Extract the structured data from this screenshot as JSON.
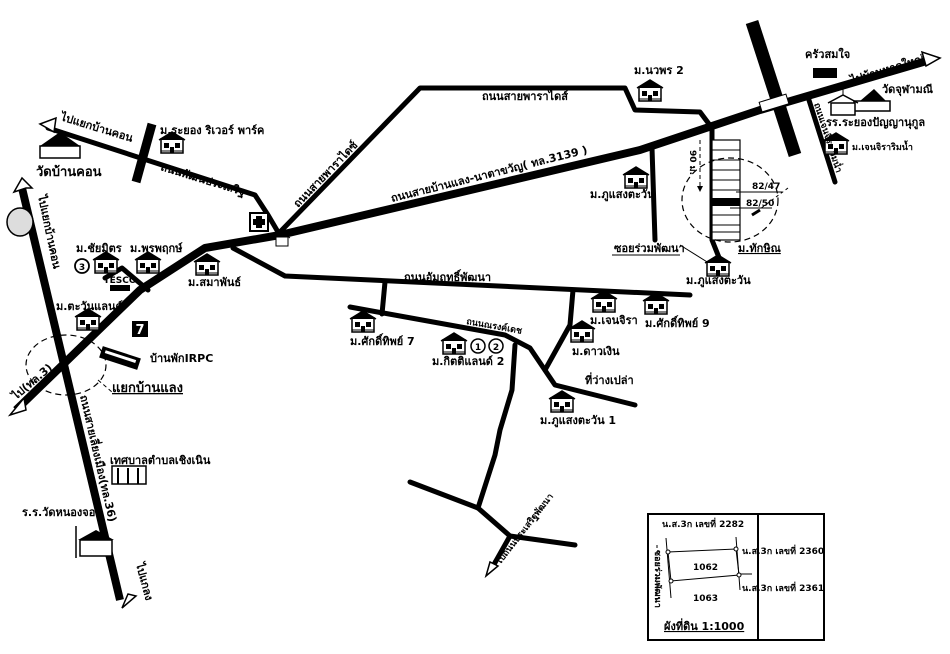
{
  "map": {
    "roads": {
      "to_ban_khon_top": "ไปแยกบ้านคอน",
      "to_ban_khon_left": "ไปแยกบ้านคอน",
      "phatthana_prasert": "ถนนพัฒนประเสริฐ",
      "sai_paradise_diag": "ถนนสายพาราไดซ์",
      "sai_paradise_top": "ถนนสายพาราไดส์",
      "ban_chang_main": "ถนนสายบ้านแลง-นาตาขวัญ( ทล.3139 )",
      "amarit_phatthana": "ถนนอัมฤทธิ์พัฒนา",
      "narongdet": "ถนนณรงค์เดช",
      "soi_ruam_phatthana": "ซอยร่วมพัฒนา",
      "to_hat_yai": "ไปบ้านหาดใหญ่",
      "right_vertical": "ถนนเจนจิรา วิมน่ำ",
      "to_tl3": "ไป(ทล.3)",
      "tl36": "ถนนสายเลี่ยงเมือง(ทล.36)",
      "to_klaeng": "ไปแกลง",
      "to_nong_prasert": "ไปถนนประเสริฐพัฒนา",
      "distance": "90 ม."
    },
    "places": {
      "wat_ban_khon": "วัดบ้านคอน",
      "rayong_river_park": "ม.ระยอง ริเวอร์ พาร์ค",
      "chaimit": "ม.ชัยมิตร",
      "pornprueksa": "ม.พรพฤกษ์",
      "samaphan": "ม.สมาพันธ์",
      "tawan_land": "ม.ตะวันแลนด์",
      "irpc_house": "บ้านพักIRPC",
      "yaek_ban_laeng": "แยกบ้านแลง",
      "thesaban": "เทศบาลตำบลเชิงเนิน",
      "wat_nong_ok_school": "ร.ร.วัดหนองจอก",
      "nawaporn2": "ม.นวพร 2",
      "phu_saeng_tawan_a": "ม.ภูแสงตะวัน",
      "phu_saeng_tawan_b": "ม.ภูแสงตะวัน",
      "phu_saeng_tawan_1": "ม.ภูแสงตะวัน 1",
      "thakniyom": "ม.ทักษิณ",
      "lot_82_47": "82/47",
      "lot_82_50": "82/50",
      "sakdithip7": "ม.ศักดิ์ทิพย์ 7",
      "sakdithip9": "ม.ศักดิ์ทิพย์ 9",
      "kitti_land2": "ม.กิตติแลนด์ 2",
      "jenjira": "ม.เจนจิรา",
      "dao_ngoen": "ม.ดาวเงิน",
      "vacant_land": "ที่ว่างเปล่า",
      "khrua_somjai": "ครัวสมใจ",
      "wat_chuphamani": "วัดจุฬามณี",
      "rayong_panyanukul": "รร.ระยองปัญญานุกูล",
      "jenjira_rimnam": "ม.เจนจิราริมน้ำ",
      "marker_1": "1",
      "marker_2": "2",
      "marker_3": "3",
      "tesco_sign": "TESCO"
    },
    "inset": {
      "title": "ผังที่ดิน 1:1000",
      "ns3k_2282": "น.ส.3ก เลขที่ 2282",
      "ns3k_2360": "น.ส.3ก เลขที่ 2360",
      "ns3k_2361": "น.ส.3ก เลขที่ 2361",
      "parcel_1062": "1062",
      "parcel_1063": "1063",
      "road_side": "ซอยร่วมพัฒนา"
    }
  }
}
